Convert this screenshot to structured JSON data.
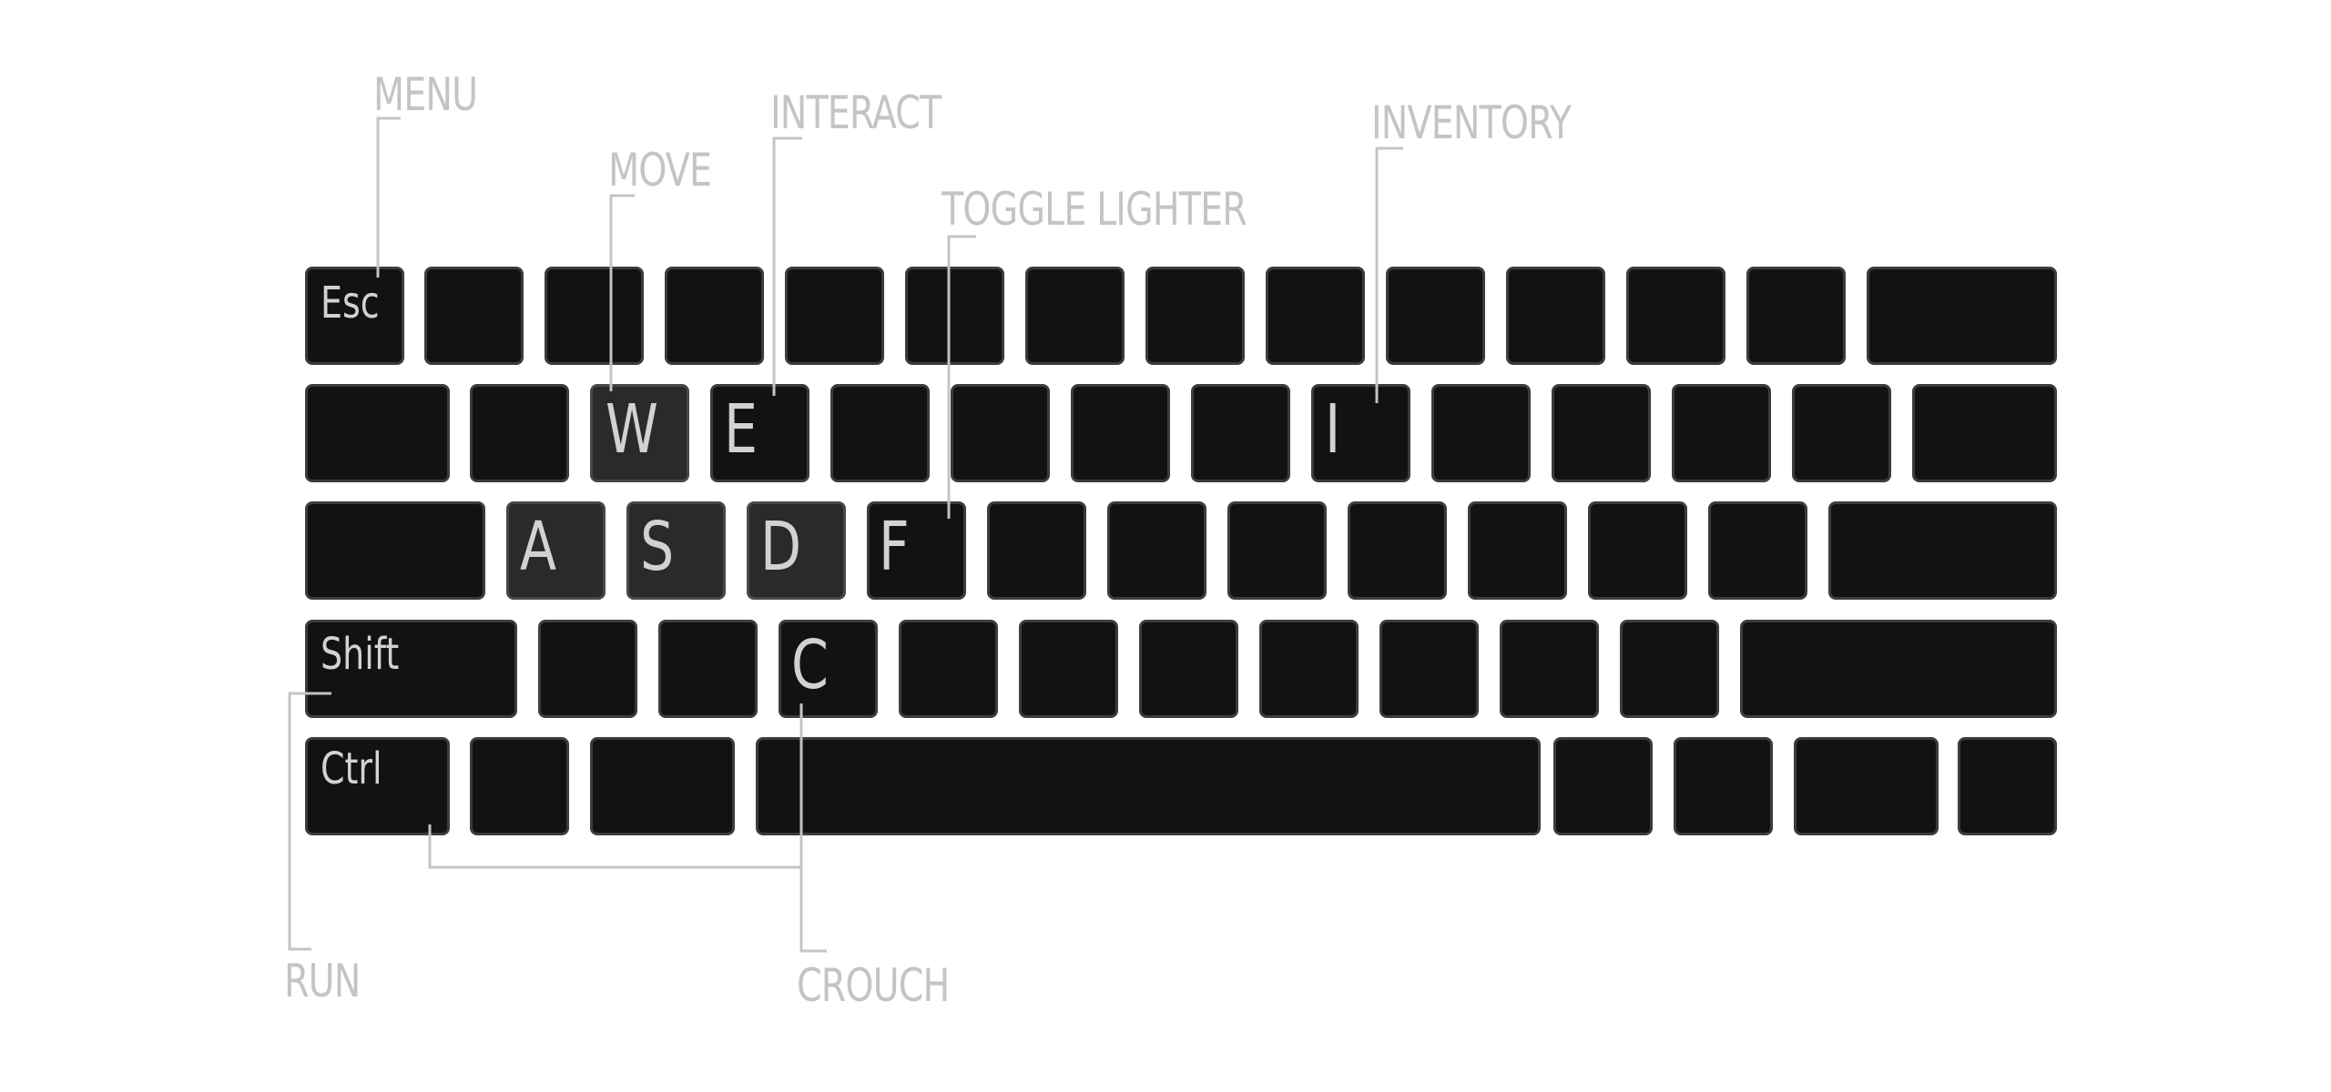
{
  "keyboard": {
    "keys": [
      {
        "id": "esc",
        "label": "Esc"
      },
      {
        "id": "w",
        "label": "W"
      },
      {
        "id": "e",
        "label": "E"
      },
      {
        "id": "i",
        "label": "I"
      },
      {
        "id": "a",
        "label": "A"
      },
      {
        "id": "s",
        "label": "S"
      },
      {
        "id": "d",
        "label": "D"
      },
      {
        "id": "f",
        "label": "F"
      },
      {
        "id": "shift",
        "label": "Shift"
      },
      {
        "id": "c",
        "label": "C"
      },
      {
        "id": "ctrl",
        "label": "Ctrl"
      }
    ],
    "highlighted_keys": [
      "W",
      "A",
      "S",
      "D"
    ],
    "key_color": "#121212",
    "highlight_color": "#2a2a2a",
    "label_color": "#d2d2d2"
  },
  "callouts": {
    "menu": "MENU",
    "move": "MOVE",
    "interact": "INTERACT",
    "toggle_lighter": "TOGGLE LIGHTER",
    "inventory": "INVENTORY",
    "run": "RUN",
    "crouch": "CROUCH",
    "line_color": "#c4c4c4"
  }
}
